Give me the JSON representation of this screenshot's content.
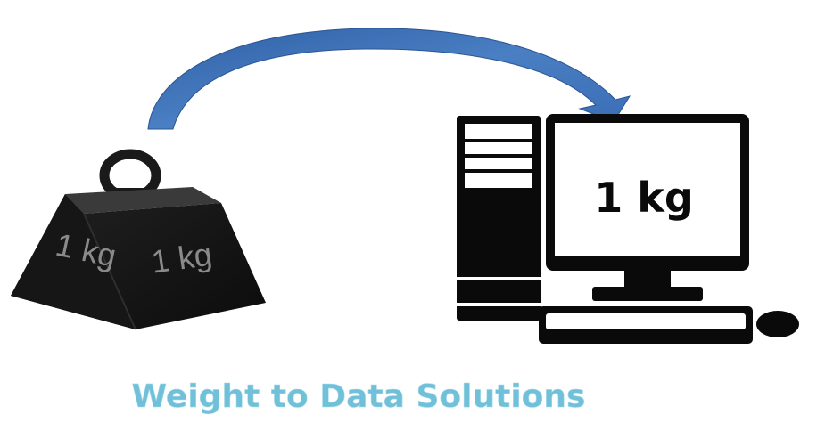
{
  "weight": {
    "left_face_label": "1 kg",
    "right_face_label": "1 kg"
  },
  "computer": {
    "screen_label": "1 kg"
  },
  "caption": "Weight to Data Solutions",
  "colors": {
    "arrow_blue": "#3f73b8",
    "weight_black": "#1a1a1a",
    "weight_label_gray": "#8a8a8a",
    "computer_black": "#0a0a0a",
    "caption_teal": "#6fc0d8"
  },
  "icons": [
    "weight-icon",
    "curved-arrow-icon",
    "desktop-computer-icon"
  ]
}
